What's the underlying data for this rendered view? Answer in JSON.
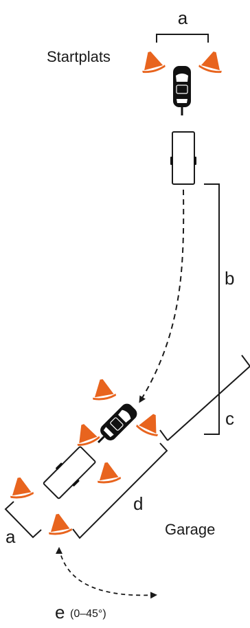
{
  "labels": {
    "start": "Startplats",
    "garage": "Garage",
    "a_top": "a",
    "b": "b",
    "c": "c",
    "d": "d",
    "a_bottom": "a",
    "e": "e",
    "e_range": "(0–45°)"
  },
  "colors": {
    "cone": "#e8641e",
    "car": "#111111",
    "line": "#1a1a1a",
    "background": "#ffffff"
  },
  "icons": {
    "cone": "traffic-cone-icon",
    "car": "car-topview-icon",
    "trailer": "trailer-icon"
  }
}
